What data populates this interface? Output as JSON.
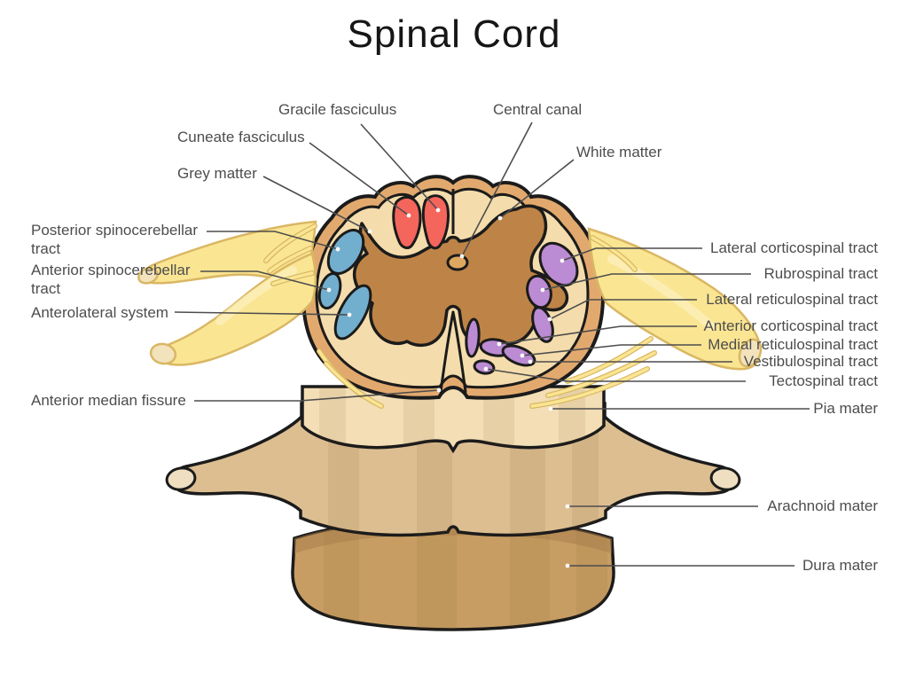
{
  "title": "Spinal Cord",
  "labels": {
    "gracile_fasciculus": "Gracile fasciculus",
    "central_canal": "Central canal",
    "cuneate_fasciculus": "Cuneate fasciculus",
    "white_matter": "White matter",
    "grey_matter": "Grey matter",
    "posterior_spinocerebellar_tract": "Posterior spinocerebellar tract",
    "anterior_spinocerebellar_tract": "Anterior spinocerebellar tract",
    "anterolateral_system": "Anterolateral system",
    "anterior_median_fissure": "Anterior median fissure",
    "lateral_corticospinal_tract": "Lateral corticospinal tract",
    "rubrospinal_tract": "Rubrospinal tract",
    "lateral_reticulospinal_tract": "Lateral reticulospinal tract",
    "anterior_corticospinal_tract": "Anterior corticospinal tract",
    "medial_reticulospinal_tract": "Medial reticulospinal tract",
    "vestibulospinal_tract": "Vestibulospinal tract",
    "tectospinal_tract": "Tectospinal tract",
    "pia_mater": "Pia mater",
    "arachnoid_mater": "Arachnoid mater",
    "dura_mater": "Dura mater"
  },
  "colors": {
    "background": "#ffffff",
    "outline": "#1b1b1b",
    "leader_line": "#4d4d4d",
    "label_text": "#4d4d4d",
    "title_text": "#161616",
    "ring": "#e2a96e",
    "white_matter": "#f4dcac",
    "grey_matter": "#be8447",
    "canal": "#dfa861",
    "red_tract": "#f4655c",
    "blue_tract": "#72aece",
    "purple_tract": "#bb8bd3",
    "nerve": "#fae593",
    "nerve_stroke": "#d9b763",
    "nerve_highlight": "#fdf2c4",
    "nerve_tip": "#f2e3bd",
    "pia_layer": "#f3deb5",
    "arachnoid_layer": "#dcbe91",
    "dura_layer": "#c79d63",
    "dura_shadow": "#a87c4a",
    "layer_tip": "#efdfc0",
    "dot": "#ffffff"
  }
}
